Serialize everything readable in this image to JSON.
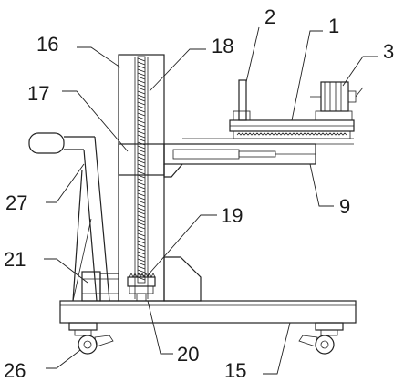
{
  "labels": [
    {
      "id": "1",
      "text": "1"
    },
    {
      "id": "2",
      "text": "2"
    },
    {
      "id": "3",
      "text": "3"
    },
    {
      "id": "9",
      "text": "9"
    },
    {
      "id": "15",
      "text": "15"
    },
    {
      "id": "16",
      "text": "16"
    },
    {
      "id": "17",
      "text": "17"
    },
    {
      "id": "18",
      "text": "18"
    },
    {
      "id": "19",
      "text": "19"
    },
    {
      "id": "20",
      "text": "20"
    },
    {
      "id": "21",
      "text": "21"
    },
    {
      "id": "26",
      "text": "26"
    },
    {
      "id": "27",
      "text": "27"
    }
  ]
}
